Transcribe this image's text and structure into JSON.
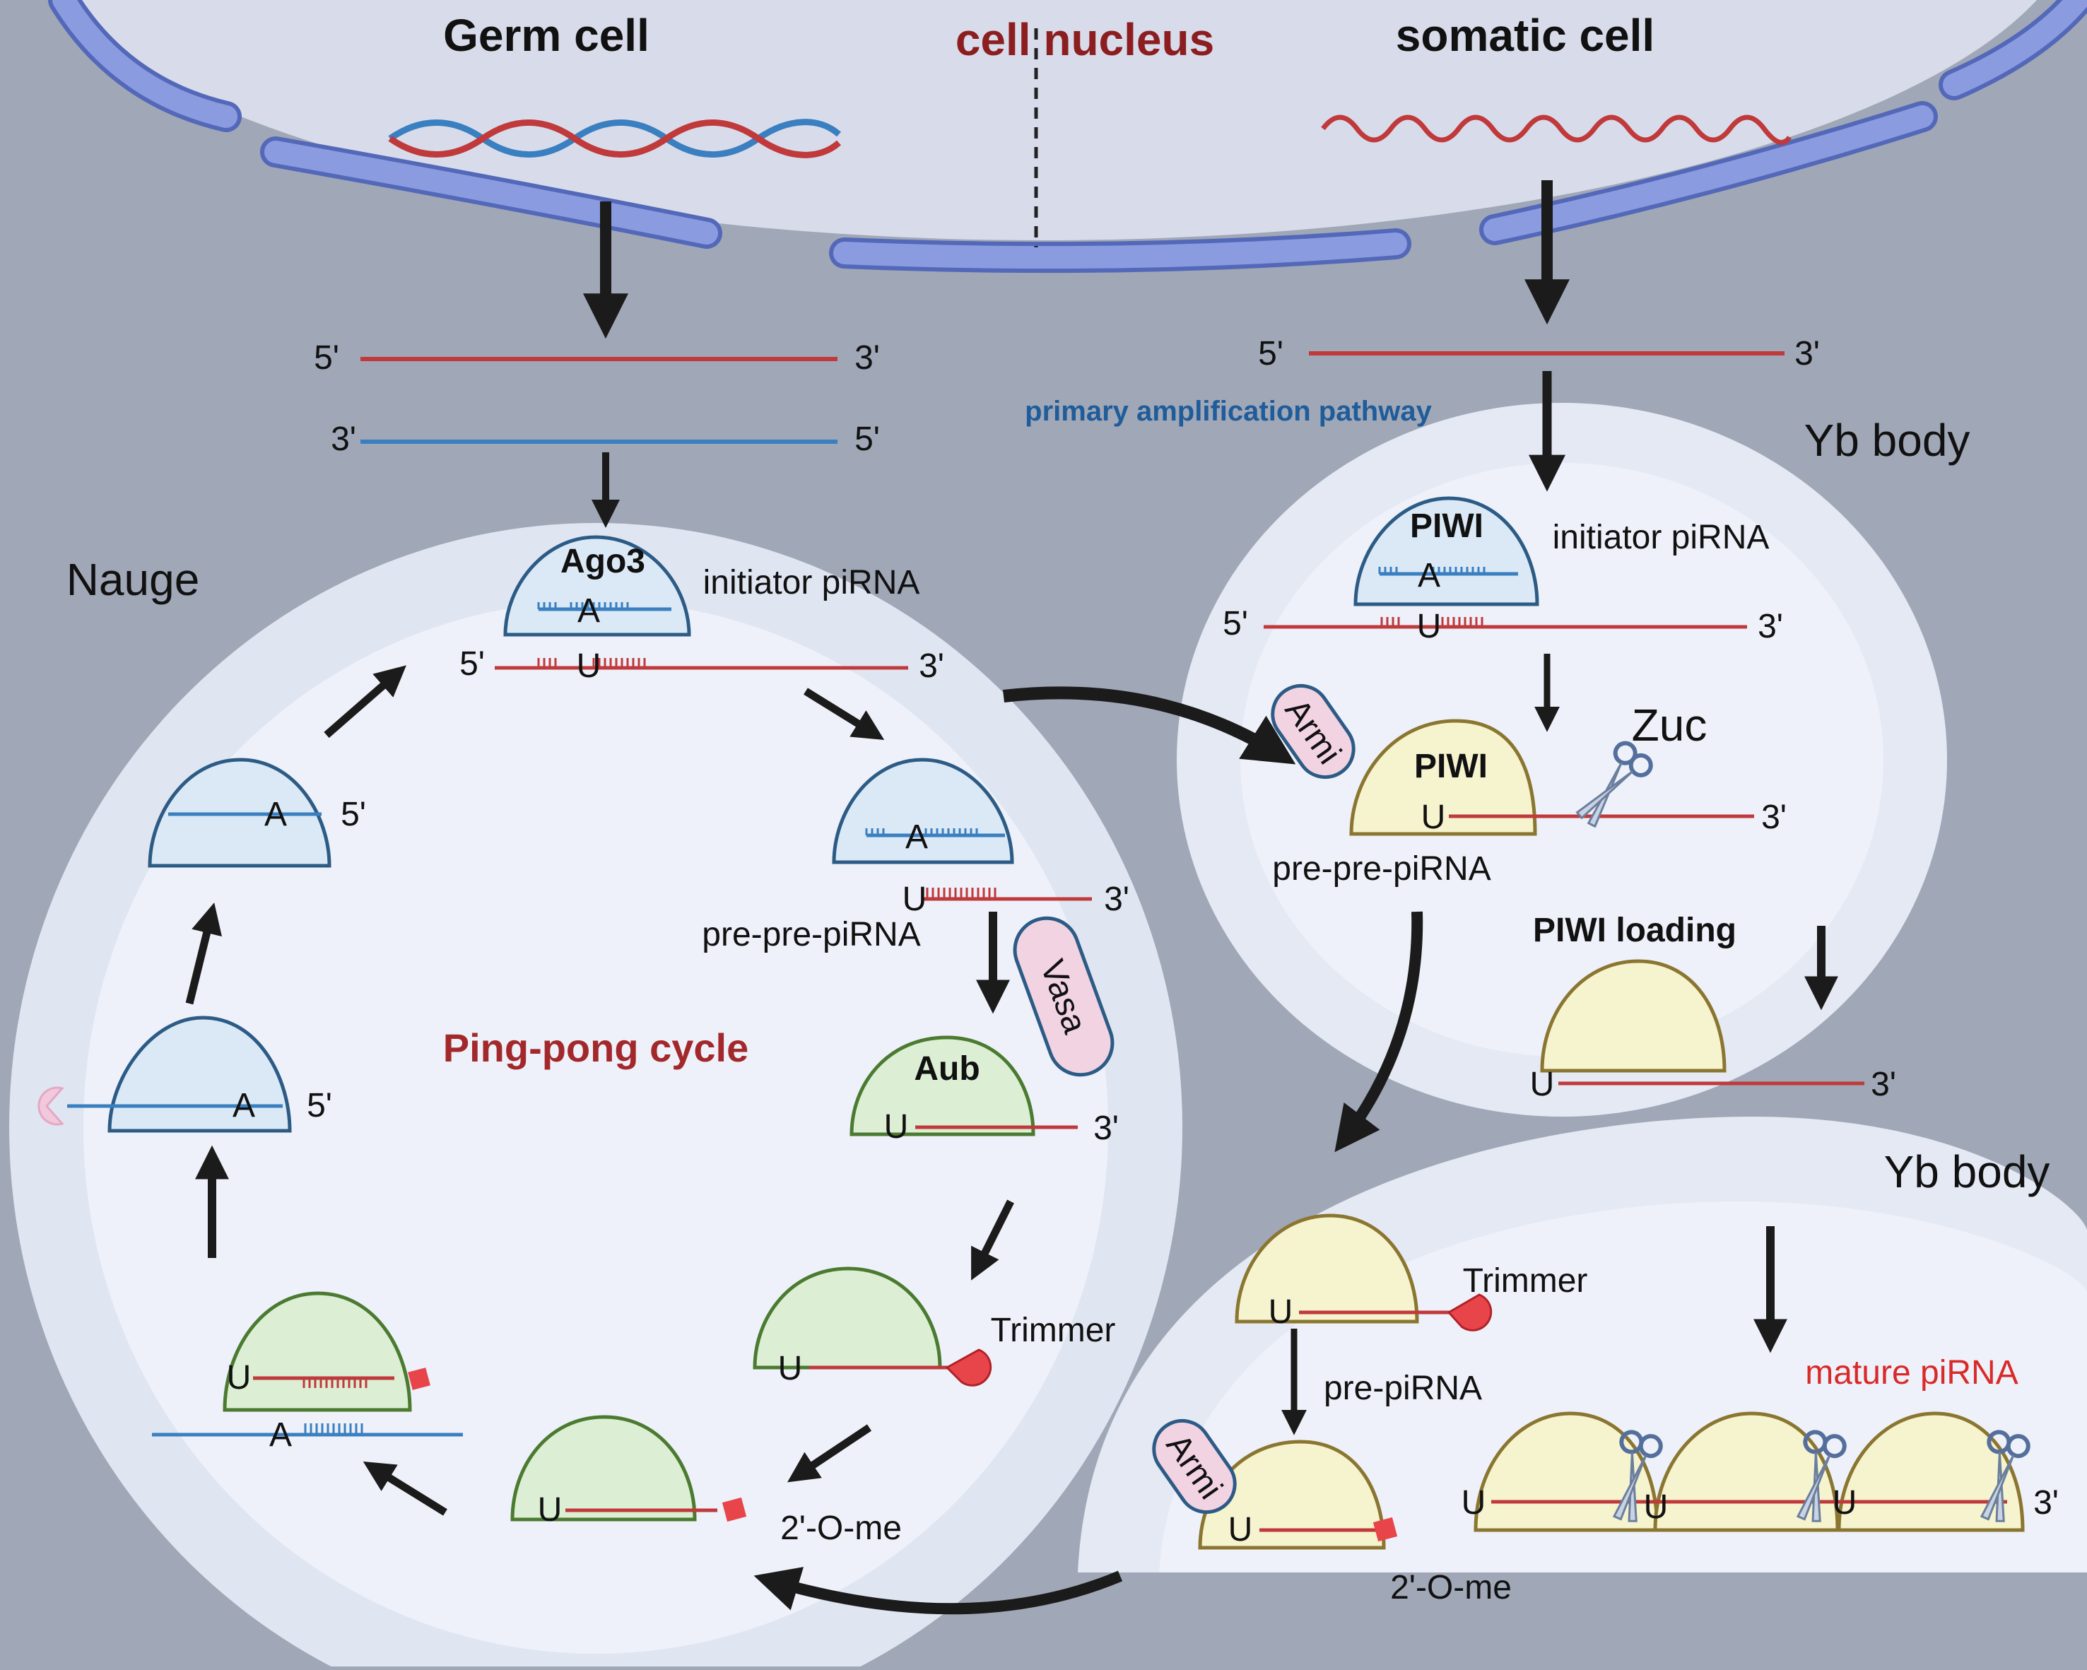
{
  "labels": {
    "germ_cell": "Germ cell",
    "cell_nucleus": "cell nucleus",
    "somatic_cell": "somatic cell",
    "primary_amplification_pathway": "primary amplification pathway",
    "yb_body_top": "Yb body",
    "yb_body_bottom": "Yb body",
    "nauge": "Nauge",
    "ping_pong_cycle": "Ping-pong cycle",
    "initiator_pirna_left": "initiator piRNA",
    "initiator_pirna_right": "initiator piRNA",
    "pre_pre_pirna_left": "pre-pre-piRNA",
    "pre_pre_pirna_right": "pre-pre-piRNA",
    "pre_pirna": "pre-piRNA",
    "mature_pirna": "mature piRNA",
    "piwi_loading": "PIWI loading",
    "trimmer_left": "Trimmer",
    "trimmer_right": "Trimmer",
    "two_o_me_left": "2'-O-me",
    "two_o_me_right": "2'-O-me",
    "zuc": "Zuc"
  },
  "proteins": {
    "ago3": "Ago3",
    "aub": "Aub",
    "piwi_top": "PIWI",
    "piwi_mid": "PIWI",
    "vasa": "Vasa",
    "armi_top": "Armi",
    "armi_bottom": "Armi"
  },
  "ends": {
    "five_prime": "5'",
    "three_prime": "3'"
  },
  "bases": {
    "u": "U",
    "a": "A"
  },
  "colors": {
    "background": "#a0a7b6",
    "nucleus": "#d8dcea",
    "envelope": "#8093d2",
    "compartment_outer": "#e4e9f4",
    "compartment_inner": "#eef1f9",
    "rna_red": "#c0393b",
    "dna_blue": "#3a7fc0",
    "ago3_fill": "#dbe9f6",
    "ago3_stroke": "#2c5b86",
    "aub_fill": "#dcefd4",
    "aub_stroke": "#4b7a31",
    "piwi_fill": "#f6f3cf",
    "piwi_stroke": "#8a7630",
    "pink": "#f2d3e1",
    "trimmer": "#e8454b",
    "arrow": "#1b1b1b"
  }
}
